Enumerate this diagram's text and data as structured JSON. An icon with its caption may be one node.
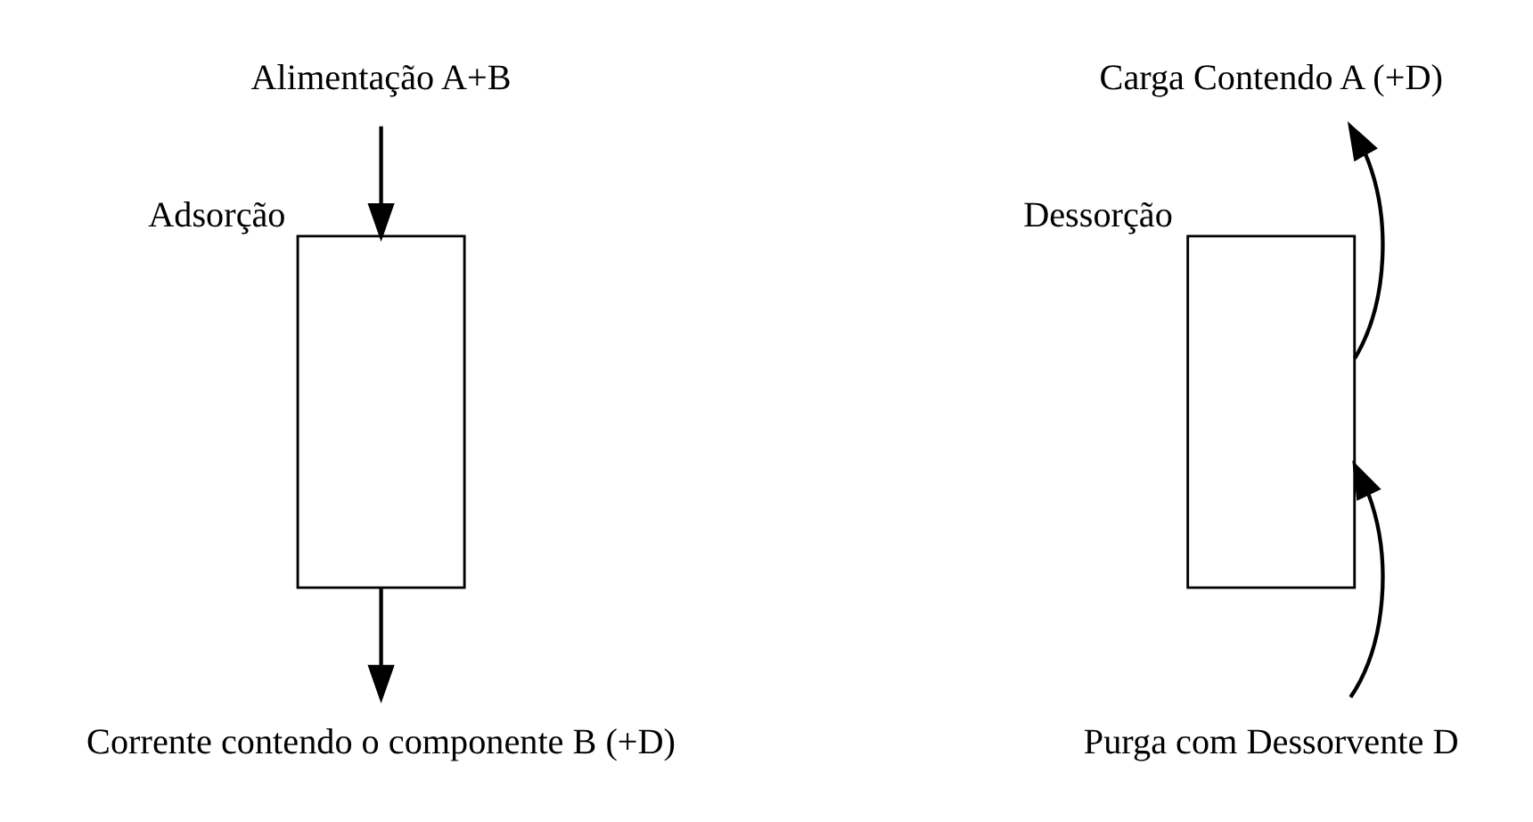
{
  "diagram": {
    "nodes": [
      {
        "text": [
          "Alimentação A+B"
        ]
      },
      {
        "text": [],
        "shape": "box",
        "beside": [
          "Adsorção"
        ]
      },
      {
        "text": [
          "Corrente contendo o componente B (+D)"
        ]
      },
      {
        "text": [],
        "shape": "box",
        "beside": [
          "Dessorção"
        ]
      },
      {
        "text": [
          "Carga Contendo A (+D)"
        ]
      },
      {
        "text": [
          "Purga com Dessorvente D"
        ]
      }
    ],
    "edges": [
      {
        "from": 0,
        "to": 1,
        "arrow": "to"
      },
      {
        "from": 1,
        "to": 2,
        "arrow": "to"
      },
      {
        "from": 3,
        "to": 4,
        "arrow": "to"
      },
      {
        "from": 5,
        "to": 3,
        "arrow": "to"
      }
    ]
  }
}
